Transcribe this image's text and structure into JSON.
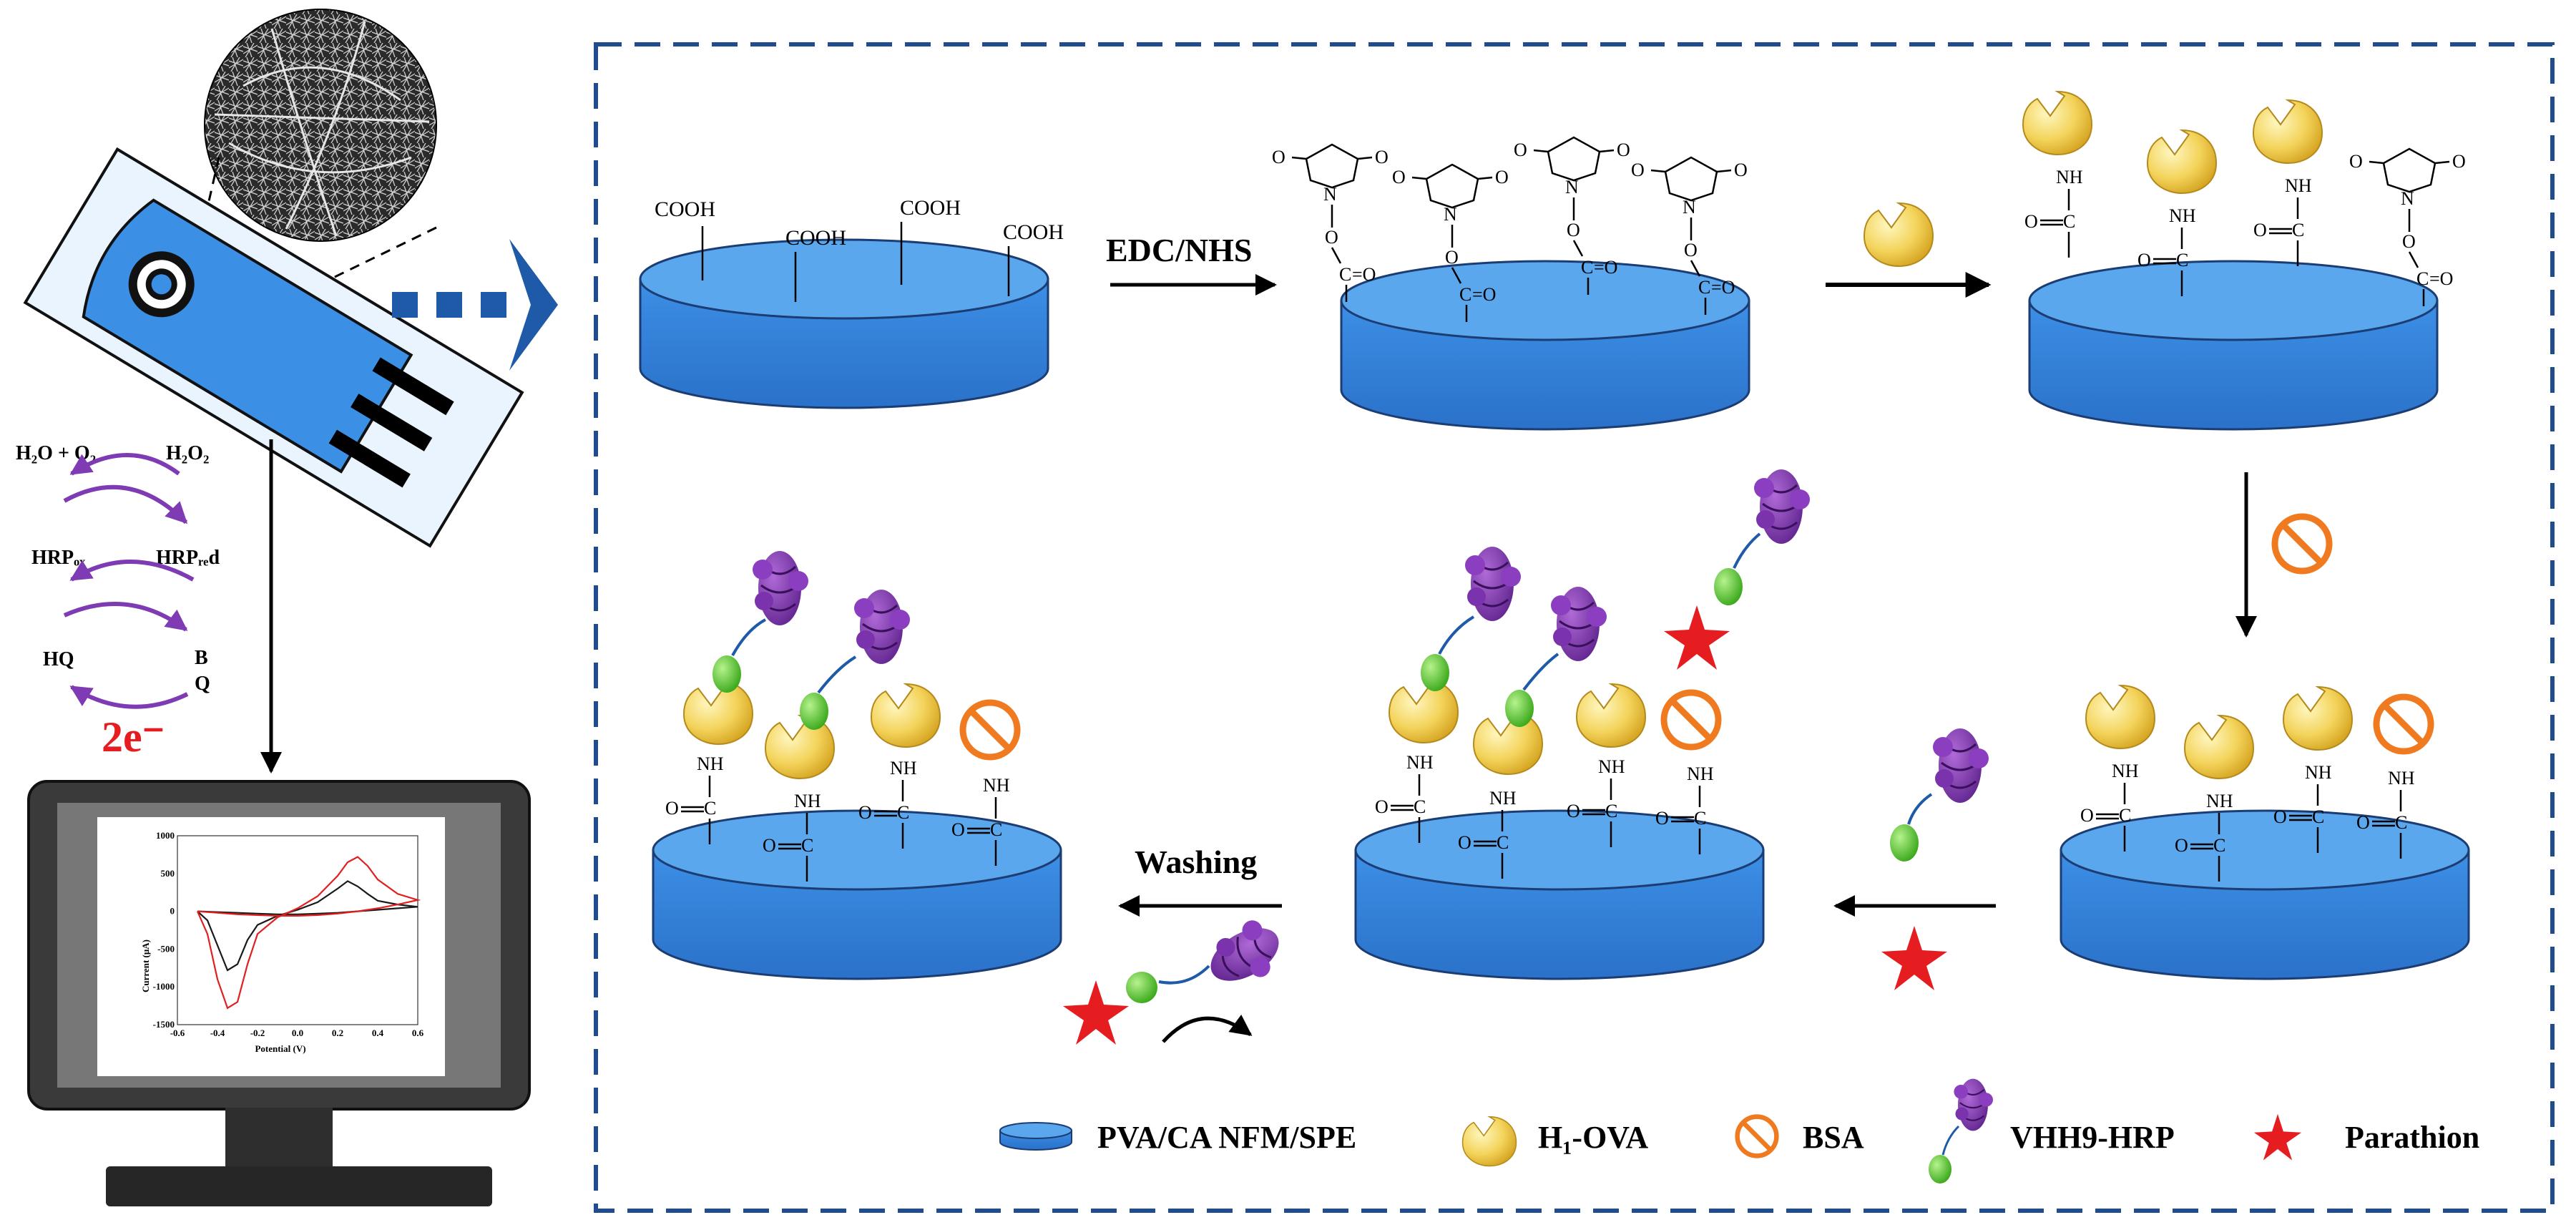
{
  "surface_labels": {
    "cooh": [
      "COOH",
      "COOH",
      "COOH",
      "COOH"
    ],
    "nh": "NH",
    "carbonyl_left": "O=C",
    "carbonyl_mid": "O=C",
    "amide_c": "C",
    "amide_o": "O",
    "ester_c": "C",
    "ester_o": "=O"
  },
  "steps": {
    "edc_nhs": "EDC/NHS",
    "washing": "Washing"
  },
  "cycle": {
    "h2o_o2": "H₂O + O₂",
    "h2o2": "H₂O₂",
    "hrp_ox": "HRPₒₓ",
    "hrp_red": "HRPᵣₑd",
    "hq": "HQ",
    "b": "B",
    "q": "Q",
    "electrons": "2e⁻"
  },
  "legend": {
    "items": [
      {
        "label": "PVA/CA NFM/SPE",
        "icon": "disc-icon"
      },
      {
        "label": "H₁-OVA",
        "icon": "antigen-icon"
      },
      {
        "label": "BSA",
        "icon": "bsa-icon"
      },
      {
        "label": "VHH9-HRP",
        "icon": "nanobody-hrp-icon"
      },
      {
        "label": "Parathion",
        "icon": "parathion-star-icon"
      }
    ]
  },
  "chart_data": {
    "type": "line",
    "title": "",
    "xlabel": "Potential (V)",
    "ylabel": "Current (μA)",
    "xlim": [
      -0.6,
      0.6
    ],
    "ylim": [
      -1500,
      1000
    ],
    "x_ticks": [
      "-0.6",
      "-0.4",
      "-0.2",
      "0.0",
      "0.2",
      "0.4",
      "0.6"
    ],
    "y_ticks": [
      "1000",
      "500",
      "0",
      "-500",
      "-1000",
      "-1500"
    ],
    "series": [
      {
        "color": "#1a1a1a",
        "x": [
          -0.5,
          -0.45,
          -0.4,
          -0.35,
          -0.3,
          -0.25,
          -0.2,
          -0.1,
          0.0,
          0.1,
          0.2,
          0.25,
          0.3,
          0.35,
          0.4,
          0.5,
          0.6,
          0.5,
          0.4,
          0.3,
          0.2,
          0.1,
          0.0,
          -0.1,
          -0.2,
          -0.3,
          -0.4,
          -0.5
        ],
        "y": [
          0,
          -120,
          -450,
          -780,
          -700,
          -380,
          -180,
          -60,
          20,
          120,
          300,
          400,
          330,
          230,
          140,
          90,
          60,
          40,
          20,
          0,
          -20,
          -30,
          -40,
          -40,
          -30,
          -20,
          -10,
          0
        ]
      },
      {
        "color": "#e02020",
        "x": [
          -0.5,
          -0.45,
          -0.4,
          -0.35,
          -0.3,
          -0.25,
          -0.2,
          -0.1,
          0.0,
          0.1,
          0.2,
          0.25,
          0.3,
          0.35,
          0.4,
          0.5,
          0.6,
          0.5,
          0.4,
          0.3,
          0.2,
          0.1,
          0.0,
          -0.1,
          -0.2,
          -0.3,
          -0.4,
          -0.5
        ],
        "y": [
          0,
          -300,
          -900,
          -1280,
          -1200,
          -700,
          -300,
          -80,
          40,
          200,
          470,
          650,
          720,
          600,
          420,
          230,
          150,
          90,
          40,
          0,
          -30,
          -50,
          -60,
          -60,
          -50,
          -40,
          -20,
          0
        ]
      }
    ]
  }
}
